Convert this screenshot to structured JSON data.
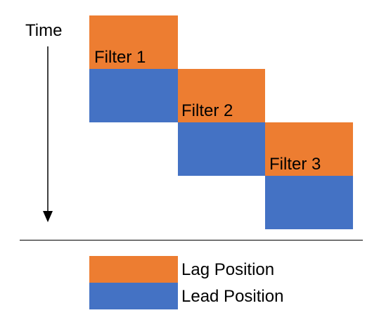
{
  "time_label": "Time",
  "filters": [
    {
      "label": "Filter 1",
      "lag_color": "#ED7D31",
      "lead_color": "#4472C4"
    },
    {
      "label": "Filter 2",
      "lag_color": "#ED7D31",
      "lead_color": "#4472C4"
    },
    {
      "label": "Filter 3",
      "lag_color": "#ED7D31",
      "lead_color": "#4472C4"
    }
  ],
  "legend": [
    {
      "label": "Lag Position",
      "color": "#ED7D31"
    },
    {
      "label": "Lead Position",
      "color": "#4472C4"
    }
  ],
  "arrow_icon": "down-arrow-icon"
}
